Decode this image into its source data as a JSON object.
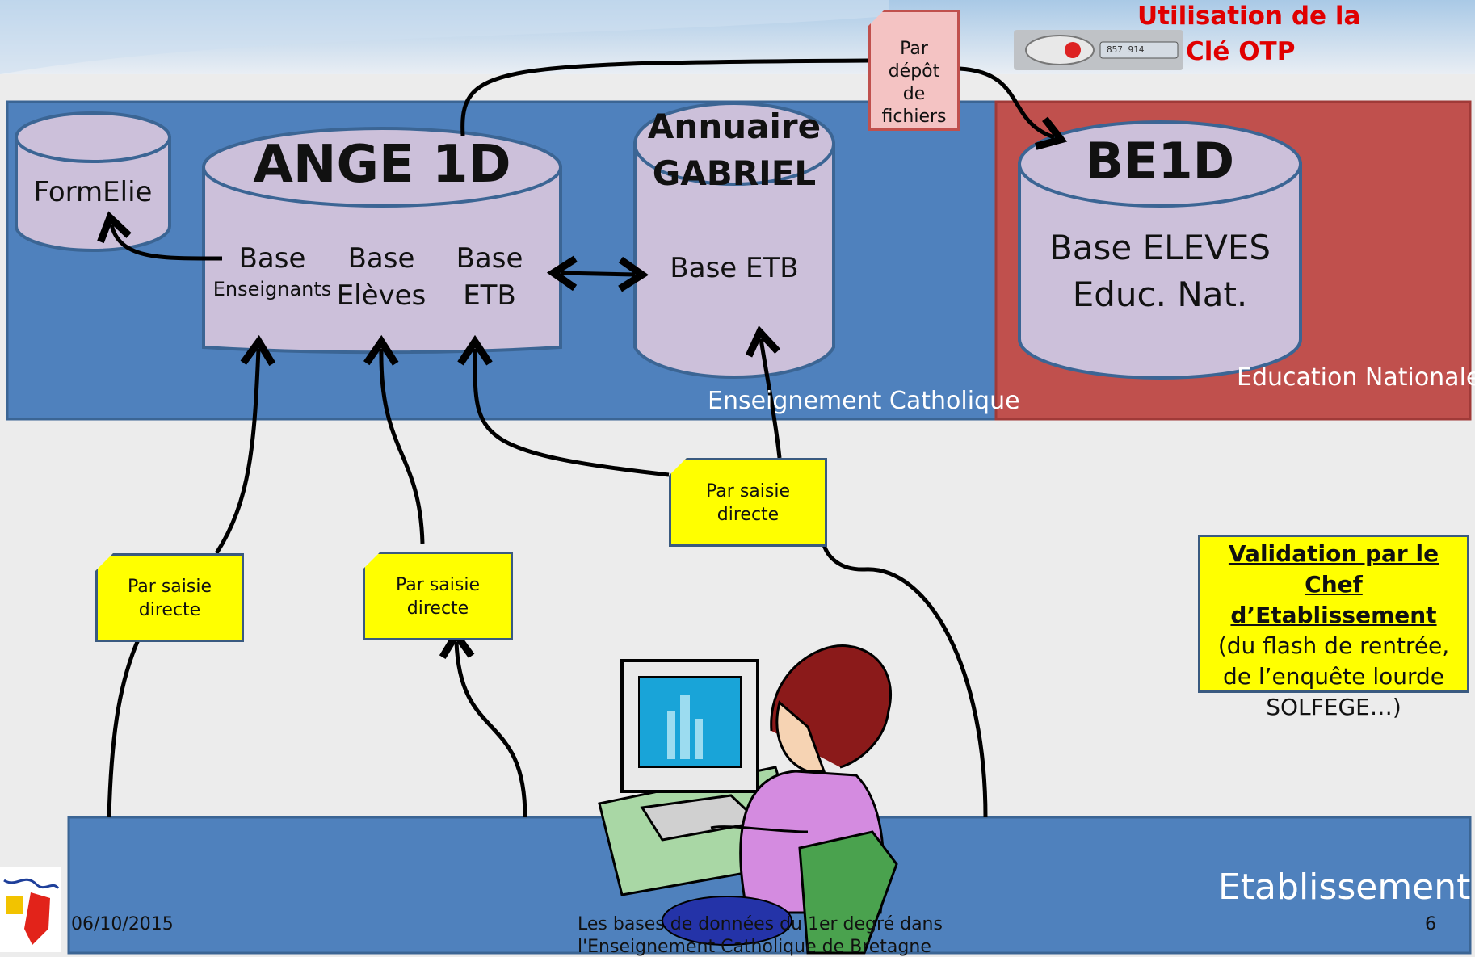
{
  "header": {
    "otp_title_line1": "Utilisation de la",
    "otp_title_line2": "Clé OTP"
  },
  "otp_key": {
    "display": "857 914"
  },
  "depot_note": {
    "lines": [
      "Par",
      "dépôt",
      "de",
      "fichiers"
    ]
  },
  "zones": {
    "enseignement": "Enseignement Catholique",
    "education": "Education Nationale",
    "etablissement": "Etablissement"
  },
  "databases": {
    "formelie": {
      "title": "FormElie"
    },
    "ange": {
      "title": "ANGE 1D",
      "cols": [
        {
          "line1": "Base",
          "line2": "Enseignants"
        },
        {
          "line1": "Base",
          "line2": "Elèves"
        },
        {
          "line1": "Base",
          "line2": "ETB"
        }
      ]
    },
    "gabriel": {
      "title_line1": "Annuaire",
      "title_line2": "GABRIEL",
      "body": "Base ETB"
    },
    "be1d": {
      "title": "BE1D",
      "line1": "Base ELEVES",
      "line2": "Educ. Nat."
    }
  },
  "notes": {
    "saisie1": {
      "line1": "Par saisie",
      "line2": "directe"
    },
    "saisie2": {
      "line1": "Par saisie",
      "line2": "directe"
    },
    "saisie3": {
      "line1": "Par saisie",
      "line2": "directe"
    }
  },
  "validation": {
    "line1": "Validation  par  le",
    "line2": "Chef d’Etablissement",
    "line3": "(du flash de rentrée,",
    "line4": "de l’enquête lourde",
    "line5": "SOLFEGE…)"
  },
  "footer": {
    "date": "06/10/2015",
    "title_line1": "Les bases de données du 1er degré dans",
    "title_line2": "l'Enseignement Catholique de Bretagne",
    "page": "6"
  },
  "colors": {
    "blue_zone": "#4f81bd",
    "red_zone": "#c0504d",
    "cylinder": "#ccc0da",
    "note_yellow": "#ffff00",
    "otp_red": "#e00000"
  }
}
